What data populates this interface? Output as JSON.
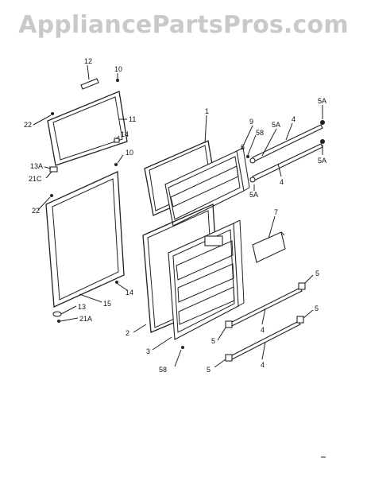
{
  "watermark": "AppliancePartsPros.com",
  "callouts": {
    "c12": "12",
    "c10a": "10",
    "c22a": "22",
    "c11": "11",
    "c14a": "14",
    "c10b": "10",
    "c13A": "13A",
    "c21C": "21C",
    "c22b": "22",
    "c14b": "14",
    "c13": "13",
    "c15": "15",
    "c21A": "21A",
    "c1": "1",
    "c9": "9",
    "c58a": "58",
    "c5Aa": "5A",
    "c4a": "4",
    "c5Ab": "5A",
    "c6": "6",
    "c5Ac": "5A",
    "c5Ad": "5A",
    "c4b": "4",
    "c7": "7",
    "c2": "2",
    "c3": "3",
    "c58b": "58",
    "c5a": "5",
    "c5b": "5",
    "c4c": "4",
    "c4d": "4",
    "c5c": "5",
    "c5d": "5"
  }
}
